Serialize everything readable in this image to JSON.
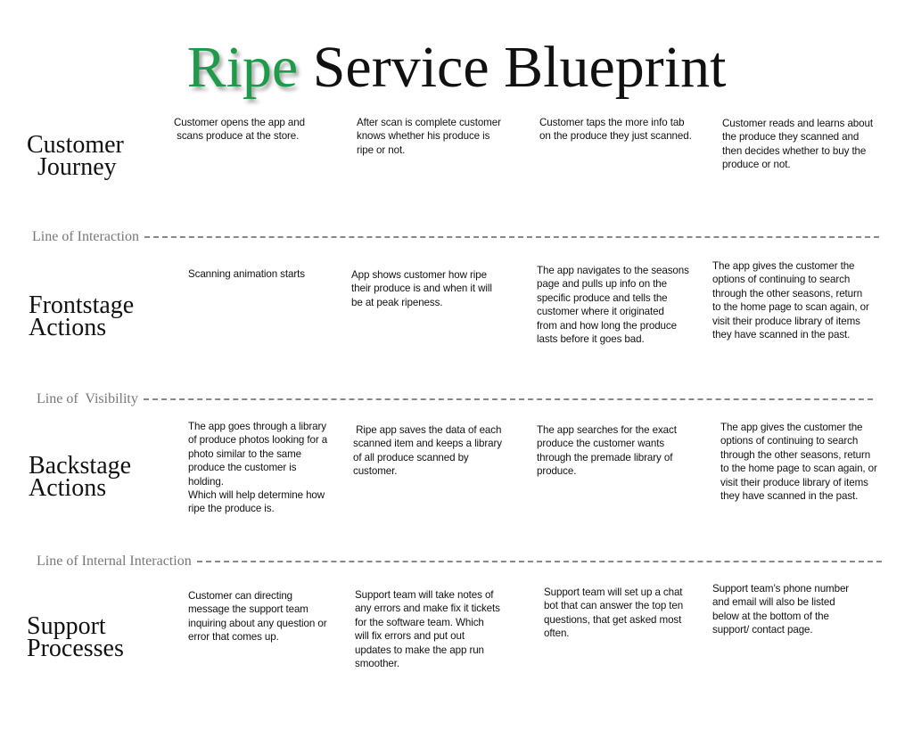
{
  "title": {
    "brand": "Ripe",
    "rest": "Service Blueprint"
  },
  "colors": {
    "brand": "#1e9a4a",
    "line": "#888888"
  },
  "rows": [
    {
      "label_lines": [
        "Customer",
        "Journey"
      ],
      "cells": [
        "Customer opens the app and\n scans produce at the store.",
        "After scan is complete customer\nknows whether his produce is\nripe or not.",
        "Customer taps the more info tab\non the produce they just scanned.",
        "Customer reads and learns about\nthe produce they scanned and\nthen decides whether to buy the\nproduce or not."
      ]
    },
    {
      "label_lines": [
        "Frontstage",
        "Actions"
      ],
      "cells": [
        "Scanning animation starts",
        "App shows customer how ripe\ntheir produce is and when it will\nbe at peak ripeness.",
        "The app navigates to the seasons\npage and pulls up info on the\nspecific produce and tells the\ncustomer where it originated\nfrom and how long the produce\nlasts before it goes bad.",
        "The app gives the customer the\noptions of continuing to search\nthrough the other seasons, return\nto the home page to scan again, or\nvisit their produce library of items\nthey have scanned in the past."
      ]
    },
    {
      "label_lines": [
        "Backstage",
        "Actions"
      ],
      "cells": [
        "The app goes through a library\nof produce photos looking for a\nphoto similar to the same\nproduce the customer is\nholding.\nWhich will help determine how\nripe the produce is.",
        " Ripe app saves the data of each\nscanned item and keeps a library\nof all produce scanned by\ncustomer.",
        "The app searches for the exact\nproduce the customer wants\nthrough the premade library of\nproduce.",
        "The app gives the customer the\noptions of continuing to search\nthrough the other seasons, return\nto the home page to scan again, or\nvisit their produce library of items\nthey have scanned in the past."
      ]
    },
    {
      "label_lines": [
        "Support",
        "Processes"
      ],
      "cells": [
        "Customer can directing\nmessage the support team\ninquiring about any question or\nerror that comes up.",
        "Support team will take notes of\nany errors and make fix it tickets\nfor the software team. Which\nwill fix errors and put out\nupdates to make the app run\nsmoother.",
        "Support team will set up a chat\nbot that can answer the top ten\nquestions, that get asked most\noften.",
        "Support team’s phone number\nand email will also be listed\nbelow at the bottom of the\nsupport/ contact page."
      ]
    }
  ],
  "lines": [
    "Line of Interaction",
    "Line of  Visibility",
    "Line of Internal Interaction"
  ]
}
